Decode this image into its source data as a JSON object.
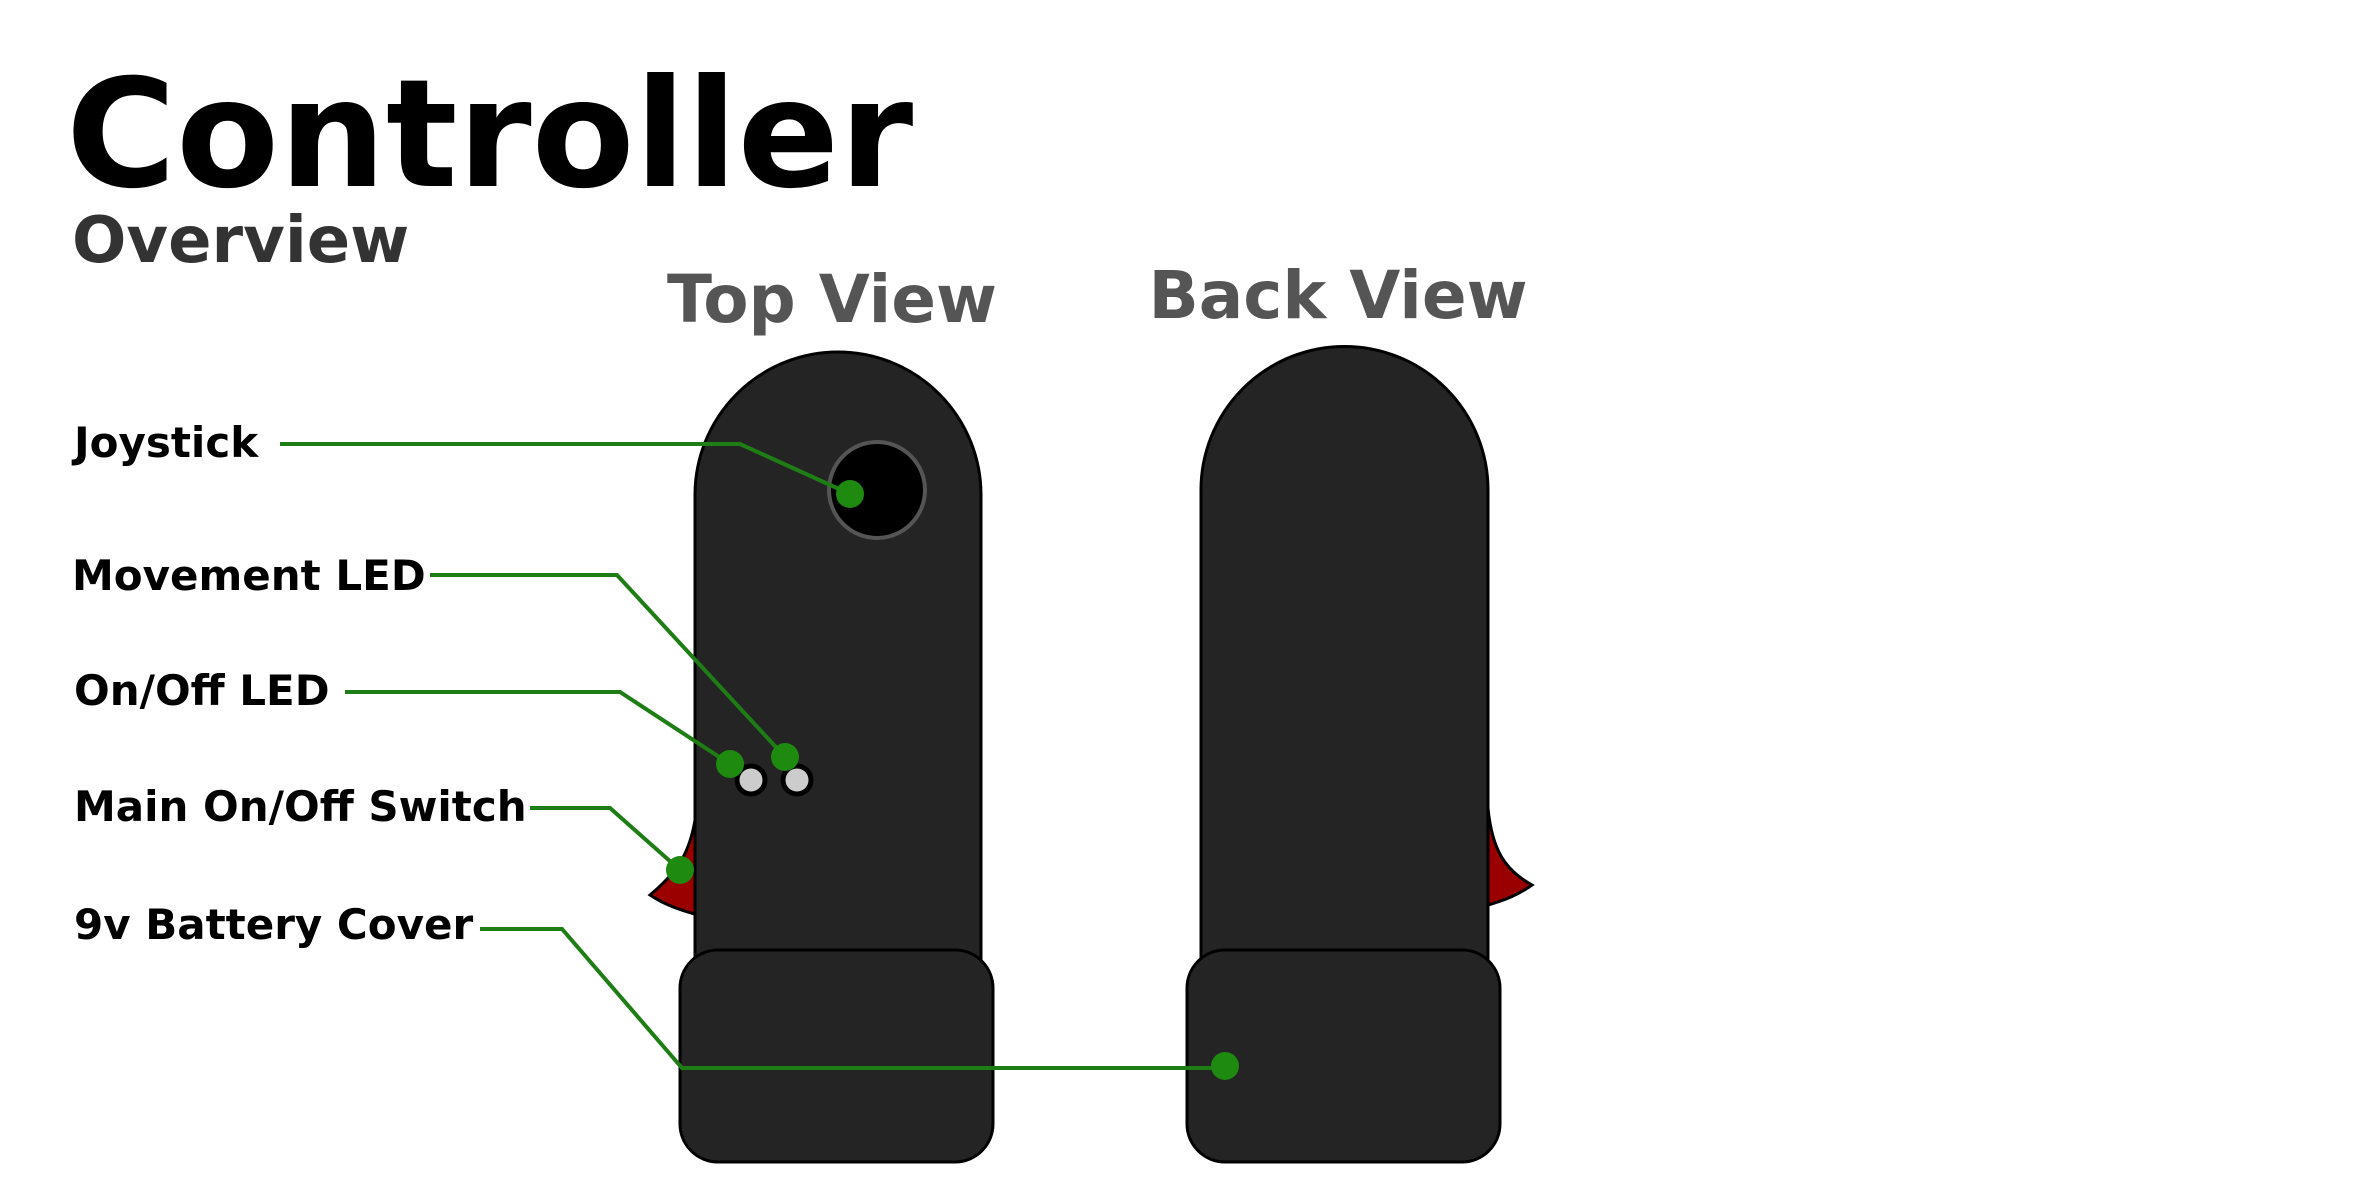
{
  "title": "Controller",
  "subtitle": "Overview",
  "views": {
    "top_label": "Top View",
    "back_label": "Back View"
  },
  "callouts": [
    {
      "id": "joystick",
      "label": "Joystick"
    },
    {
      "id": "movement-led",
      "label": "Movement LED"
    },
    {
      "id": "onoff-led",
      "label": "On/Off LED"
    },
    {
      "id": "main-switch",
      "label": "Main On/Off Switch"
    },
    {
      "id": "battery-cover",
      "label": "9v Battery Cover"
    }
  ],
  "colors": {
    "body": "#242424",
    "leader": "#1e7d14",
    "callout_dot": "#1e8a10",
    "switch": "#9a0000",
    "led": "#cccccc",
    "joystick": "#000000"
  }
}
